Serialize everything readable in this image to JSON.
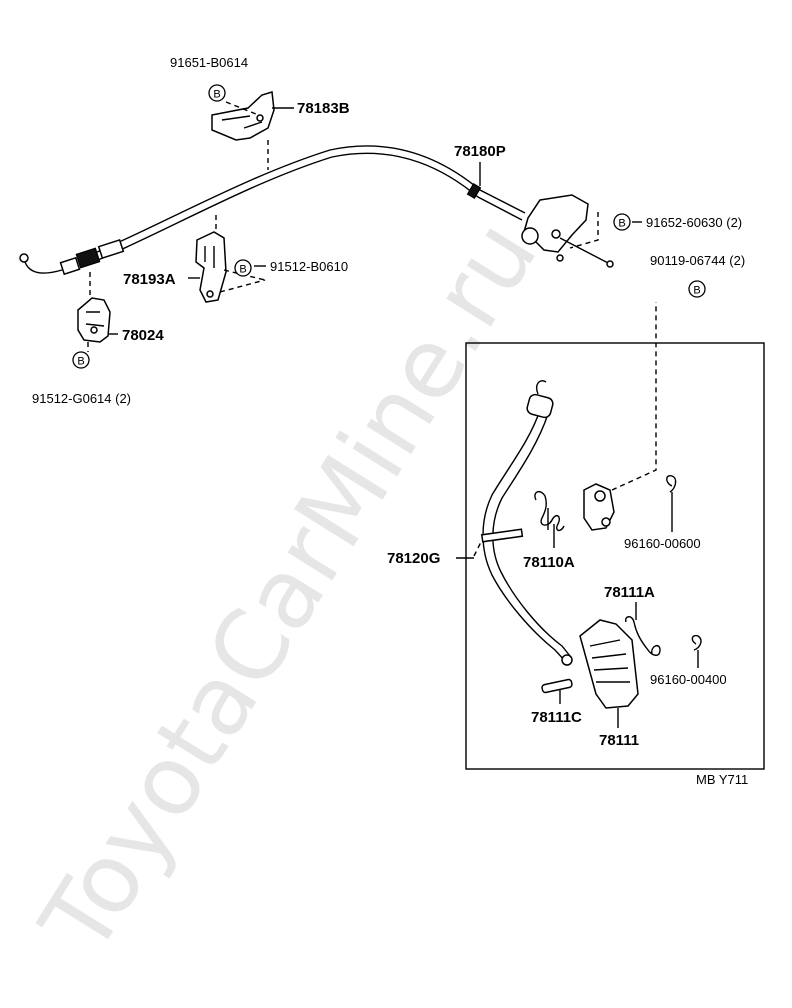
{
  "watermark": "ToyotaCarMine.ru",
  "diagram_code": "MB Y711",
  "bolt_symbol": "B",
  "labels": {
    "p91651": "91651-B0614",
    "p78183b": "78183B",
    "p78180p": "78180P",
    "p91652": "91652-60630 (2)",
    "p90119": "90119-06744 (2)",
    "p78193a": "78193A",
    "p91512b": "91512-B0610",
    "p78024": "78024",
    "p91512g": "91512-G0614 (2)",
    "p78120g": "78120G",
    "p78110a": "78110A",
    "p96160_600": "96160-00600",
    "p78111a": "78111A",
    "p96160_400": "96160-00400",
    "p78111c": "78111C",
    "p78111": "78111"
  }
}
